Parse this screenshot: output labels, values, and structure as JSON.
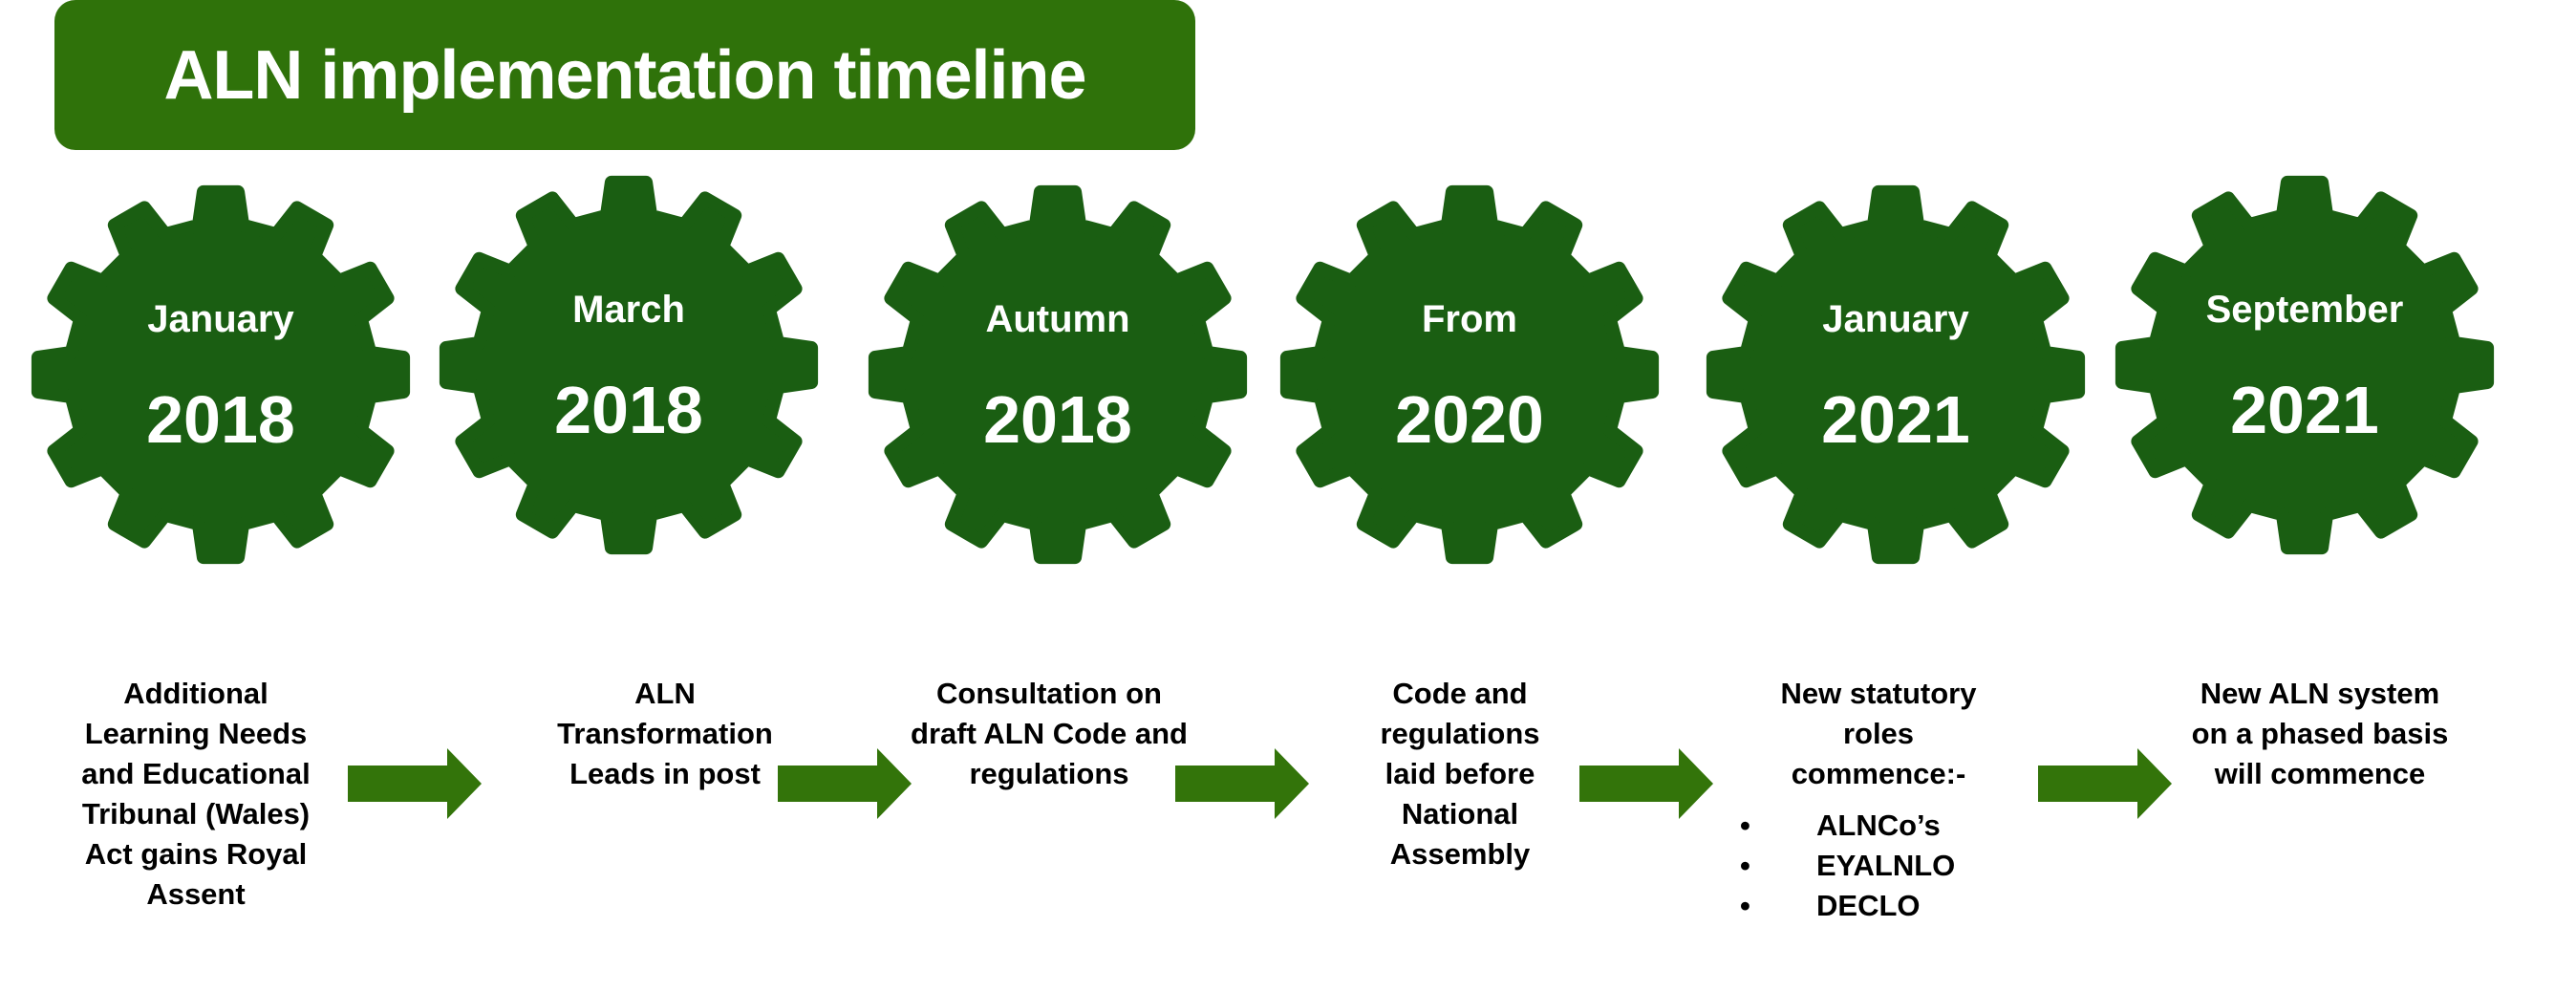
{
  "title": "ALN implementation timeline",
  "colors": {
    "title_bg": "#2f720a",
    "gear": "#1a5e12",
    "arrow": "#33740a"
  },
  "milestones": [
    {
      "month": "January",
      "year": "2018",
      "description": "Additional Learning Needs and Educational Tribunal (Wales) Act gains Royal Assent"
    },
    {
      "month": "March",
      "year": "2018",
      "description": "ALN Transformation Leads in post"
    },
    {
      "month": "Autumn",
      "year": "2018",
      "description": "Consultation on draft ALN Code and regulations"
    },
    {
      "month": "From",
      "year": "2020",
      "description": "Code and regulations laid before National Assembly"
    },
    {
      "month": "January",
      "year": "2021",
      "description": "New statutory roles commence:-",
      "bullets": [
        "ALNCo’s",
        "EYALNLO",
        "DECLO"
      ]
    },
    {
      "month": "September",
      "year": "2021",
      "description": "New ALN system on a phased basis will commence"
    }
  ]
}
